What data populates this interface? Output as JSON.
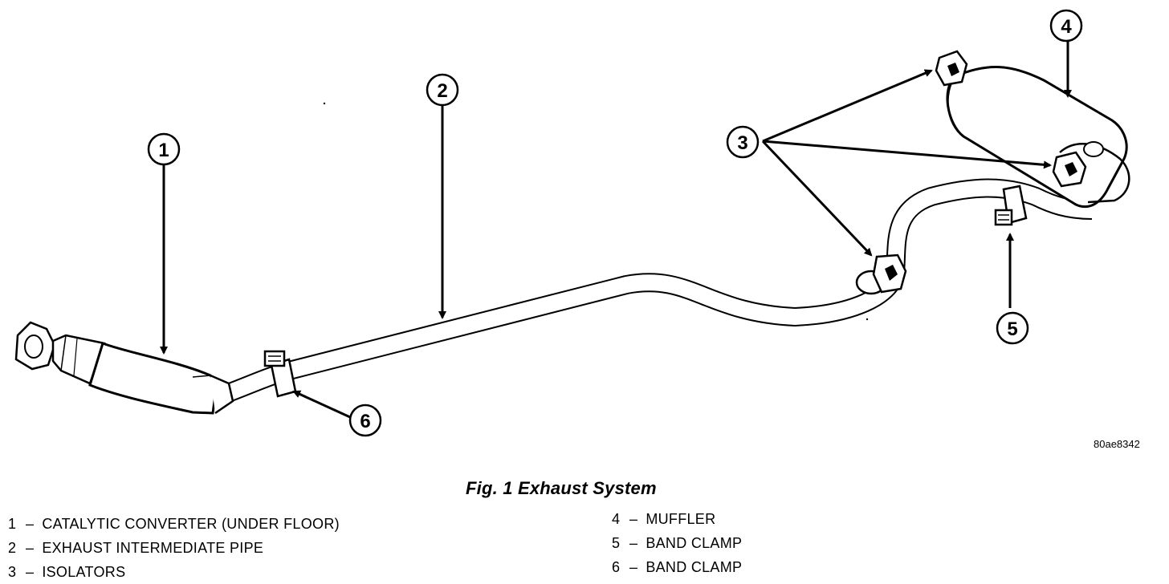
{
  "figure": {
    "title": "Fig. 1 Exhaust System",
    "image_id": "80ae8342",
    "dash": "–"
  },
  "callouts": [
    {
      "number": "1"
    },
    {
      "number": "2"
    },
    {
      "number": "3"
    },
    {
      "number": "4"
    },
    {
      "number": "5"
    },
    {
      "number": "6"
    }
  ],
  "legend": {
    "left": [
      {
        "number": "1",
        "label": "CATALYTIC CONVERTER (UNDER FLOOR)"
      },
      {
        "number": "2",
        "label": "EXHAUST INTERMEDIATE PIPE"
      },
      {
        "number": "3",
        "label": "ISOLATORS"
      }
    ],
    "right": [
      {
        "number": "4",
        "label": "MUFFLER"
      },
      {
        "number": "5",
        "label": "BAND CLAMP"
      },
      {
        "number": "6",
        "label": "BAND CLAMP"
      }
    ]
  },
  "colors": {
    "line": "#000000",
    "background": "#ffffff"
  }
}
